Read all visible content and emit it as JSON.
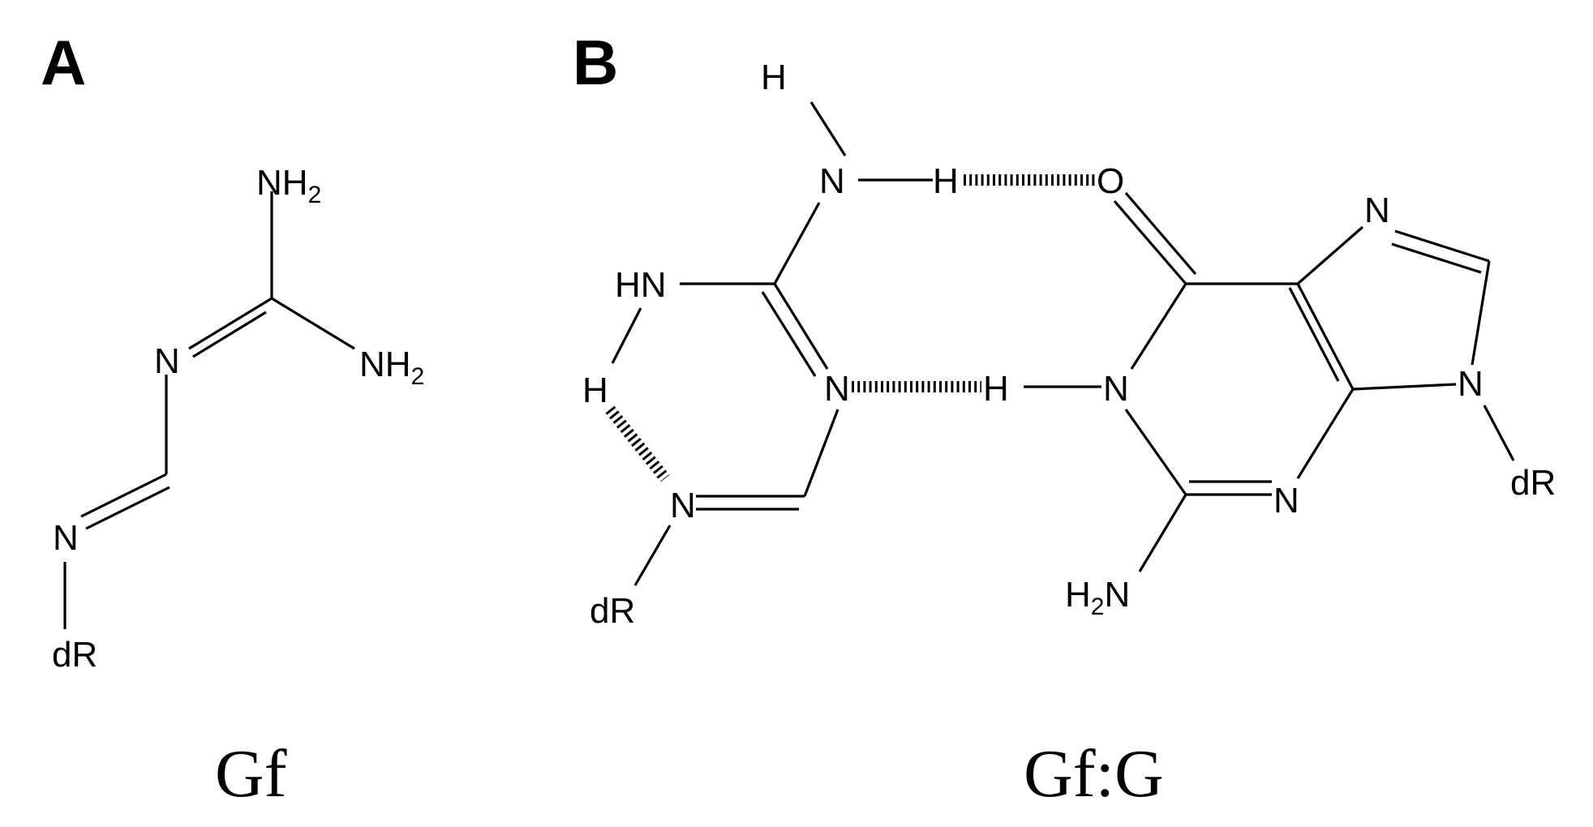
{
  "panels": {
    "a": {
      "label": "A",
      "caption": "Gf",
      "atoms": {
        "nh2_top": "NH",
        "nh2_top_sub": "2",
        "nh2_right": "NH",
        "nh2_right_sub": "2",
        "n_imine": "N",
        "n_lower": "N",
        "dr": "dR"
      }
    },
    "b": {
      "label": "B",
      "caption": "Gf:G",
      "atoms": {
        "h_top": "H",
        "n_amino": "N",
        "h_amino": "H",
        "o_carbonyl": "O",
        "hn_left": "HN",
        "h_left": "H",
        "n_ring": "N",
        "h_imino": "H",
        "n1_guanine": "N",
        "n_imine_lower": "N",
        "dr_left": "dR",
        "n7": "N",
        "n9": "N",
        "n3": "N",
        "dr_right": "dR",
        "h2n_h": "H",
        "h2n_sub": "2",
        "h2n_n": "N"
      }
    }
  }
}
